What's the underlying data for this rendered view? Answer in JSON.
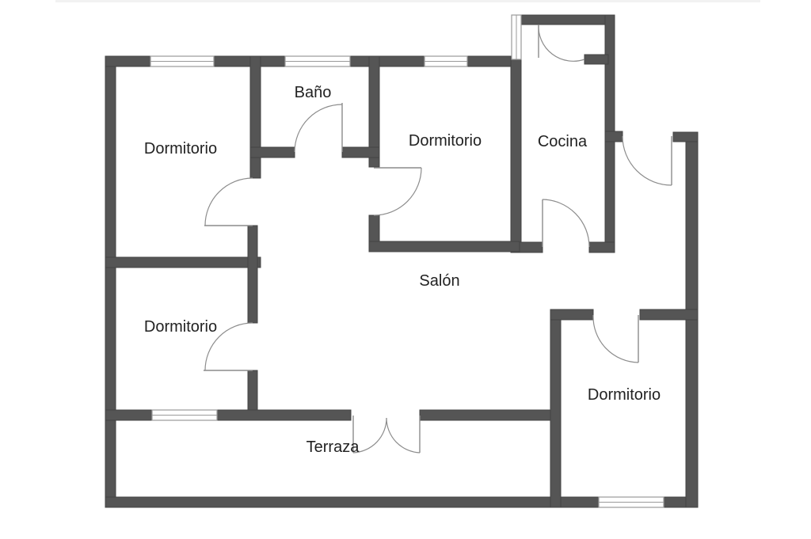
{
  "rooms": {
    "dormitorio_top_left": "Dormitorio",
    "bano": "Baño",
    "dormitorio_center": "Dormitorio",
    "cocina": "Cocina",
    "dormitorio_mid_left": "Dormitorio",
    "salon": "Salón",
    "dormitorio_right": "Dormitorio",
    "terraza": "Terraza"
  },
  "colors": {
    "wall": "#555555",
    "window": "#ffffff",
    "door_line": "#8c8c8c",
    "label": "#222222"
  }
}
